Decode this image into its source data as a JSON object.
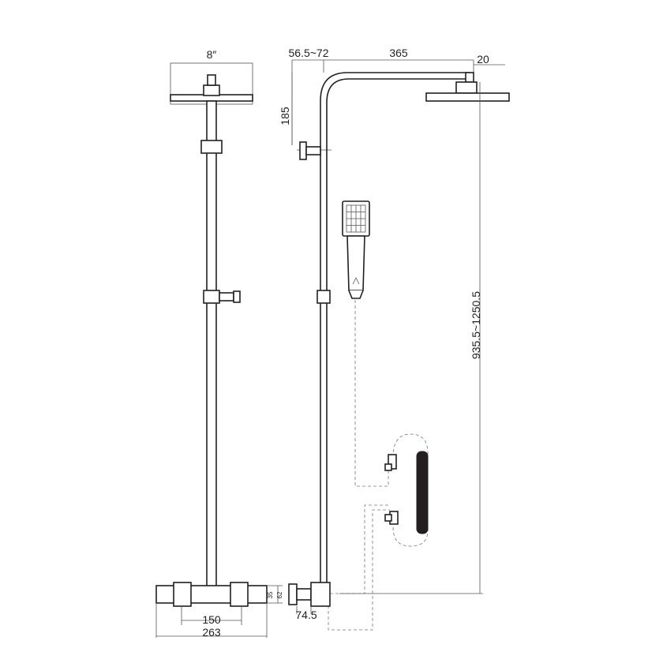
{
  "front_view": {
    "head_label": "8″",
    "width_inner": "150",
    "width_outer": "263",
    "height_small_a": "35",
    "height_small_b": "62"
  },
  "side_view": {
    "offset": "56.5~72",
    "arm_length": "365",
    "head_thickness": "20",
    "bracket_drop": "185",
    "valve_offset": "74.5",
    "total_height": "935.5~1250.5"
  }
}
